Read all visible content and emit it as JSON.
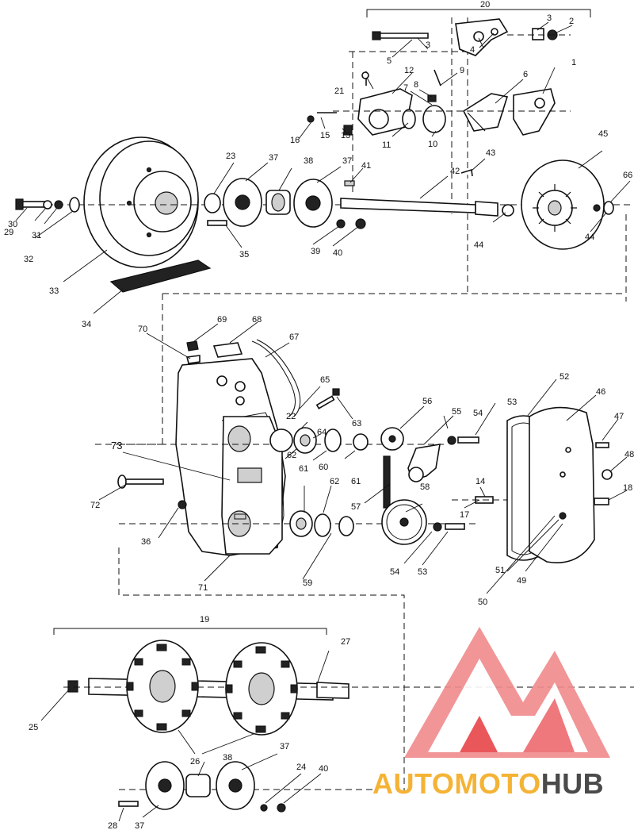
{
  "diagram": {
    "callouts": {
      "c1": "1",
      "c2": "2",
      "c3a": "3",
      "c3b": "3",
      "c4": "4",
      "c5": "5",
      "c6": "6",
      "c7": "7",
      "c8": "8",
      "c9": "9",
      "c10": "10",
      "c11": "11",
      "c12": "12",
      "c13": "13",
      "c14": "14",
      "c15": "15",
      "c16": "16",
      "c17": "17",
      "c18": "18",
      "c19": "19",
      "c20": "20",
      "c21": "21",
      "c22": "22",
      "c23": "23",
      "c24": "24",
      "c25": "25",
      "c26": "26",
      "c27": "27",
      "c28": "28",
      "c29": "29",
      "c30": "30",
      "c31": "31",
      "c32": "32",
      "c33": "33",
      "c34": "34",
      "c35": "35",
      "c36": "36",
      "c37a": "37",
      "c37b": "37",
      "c37c": "37",
      "c37d": "37",
      "c38a": "38",
      "c38b": "38",
      "c39": "39",
      "c40a": "40",
      "c40b": "40",
      "c41": "41",
      "c42": "42",
      "c43": "43",
      "c44a": "44",
      "c44b": "44",
      "c45": "45",
      "c46": "46",
      "c47": "47",
      "c48": "48",
      "c49": "49",
      "c50": "50",
      "c51": "51",
      "c52": "52",
      "c53a": "53",
      "c53b": "53",
      "c54a": "54",
      "c54b": "54",
      "c55": "55",
      "c56": "56",
      "c57": "57",
      "c58": "58",
      "c59": "59",
      "c60": "60",
      "c61a": "61",
      "c61b": "61",
      "c62a": "62",
      "c62b": "62",
      "c63": "63",
      "c64": "64",
      "c65": "65",
      "c66": "66",
      "c67": "67",
      "c68": "68",
      "c69": "69",
      "c70": "70",
      "c71": "71",
      "c72": "72",
      "c73": "73"
    }
  },
  "watermark": {
    "word_part1": "AUTO",
    "word_part2": "MOTO",
    "word_part3": "HUB",
    "colors": {
      "accent": "#e8454a",
      "orange": "#f5b335",
      "grey": "#4a4a4a",
      "triangle": "#f08a8c"
    }
  }
}
